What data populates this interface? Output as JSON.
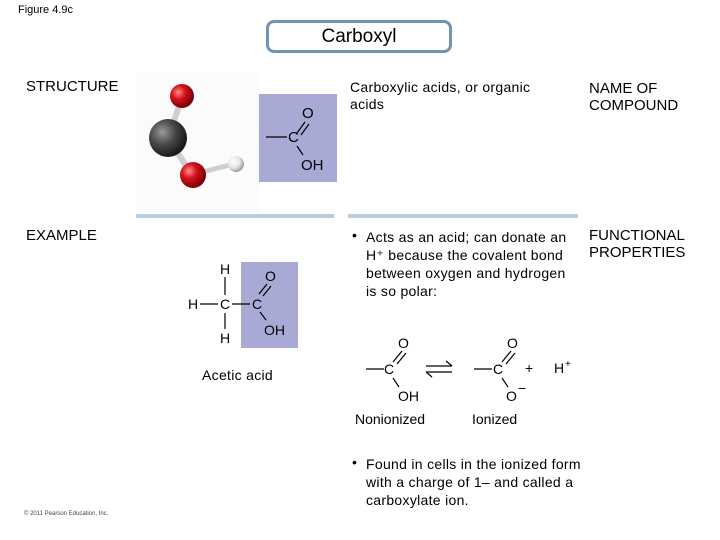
{
  "figure_label": "Figure 4.9c",
  "title": "Carboxyl",
  "labels": {
    "structure": "STRUCTURE",
    "example": "EXAMPLE",
    "name_of_compound": "NAME OF COMPOUND",
    "functional_properties": "FUNCTIONAL PROPERTIES"
  },
  "compound_name": "Carboxylic acids, or organic acids",
  "bullets": [
    "Acts as an acid; can donate an H⁺ because the covalent bond between oxygen and hydrogen is so polar:",
    "Found in cells in the ionized form with a charge of 1– and called a carboxylate ion."
  ],
  "example_name": "Acetic acid",
  "reaction": {
    "left_label": "Nonionized",
    "right_label": "Ionized"
  },
  "formula_text": {
    "O": "O",
    "C": "C",
    "OH": "OH",
    "H": "H",
    "O_minus": "O",
    "minus": "−",
    "plus": "+",
    "H_plus": "H",
    "plus_sup": "+"
  },
  "copyright": "© 2011 Pearson Education, Inc.",
  "colors": {
    "formula_box": "#a9a9d6",
    "title_border": "#6f94b4",
    "divider": "#b7cde0",
    "oxygen_atom": "#d31218",
    "carbon_atom": "#4a4a4a",
    "hydrogen_atom": "#e6e6e6"
  }
}
